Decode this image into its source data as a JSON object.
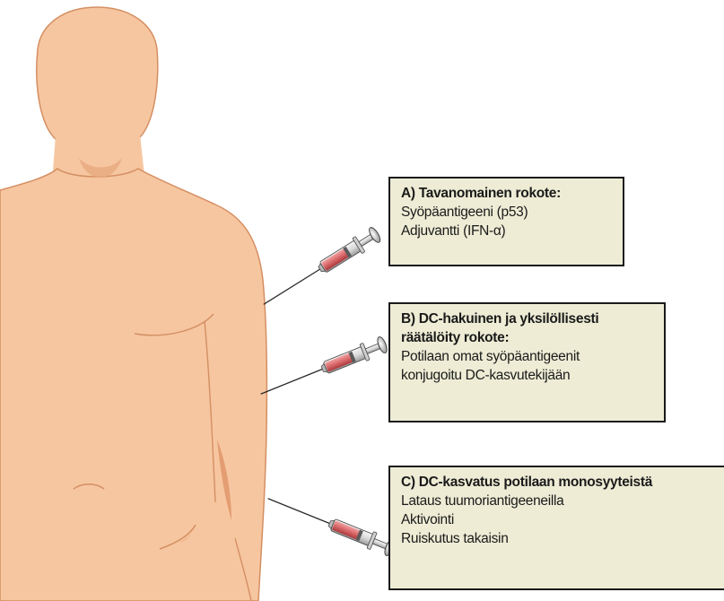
{
  "boxes": {
    "a": {
      "title": "A) Tavanomainen rokote:",
      "lines": [
        "Syöpäantigeeni (p53)",
        "Adjuvantti (IFN-α)"
      ]
    },
    "b": {
      "title_line1": "B) DC-hakuinen ja yksilöllisesti",
      "title_line2": "räätälöity rokote:",
      "lines": [
        "Potilaan omat syöpäantigeenit",
        "konjugoitu DC-kasvutekijään"
      ]
    },
    "c": {
      "title": "C) DC-kasvatus potilaan monosyyteistä",
      "lines": [
        "Lataus tuumoriantigeeneilla",
        "Aktivointi",
        "Ruiskutus takaisin"
      ]
    }
  },
  "colors": {
    "skin": "#f6c6a0",
    "skin_shadow": "#e9a97e",
    "skin_outline": "#d48f62",
    "box_fill": "#eeecd5",
    "box_border": "#1a1a1a",
    "syringe_liquid": "#d9686a"
  },
  "icons": [
    "syringe-icon",
    "human-torso-illustration"
  ]
}
